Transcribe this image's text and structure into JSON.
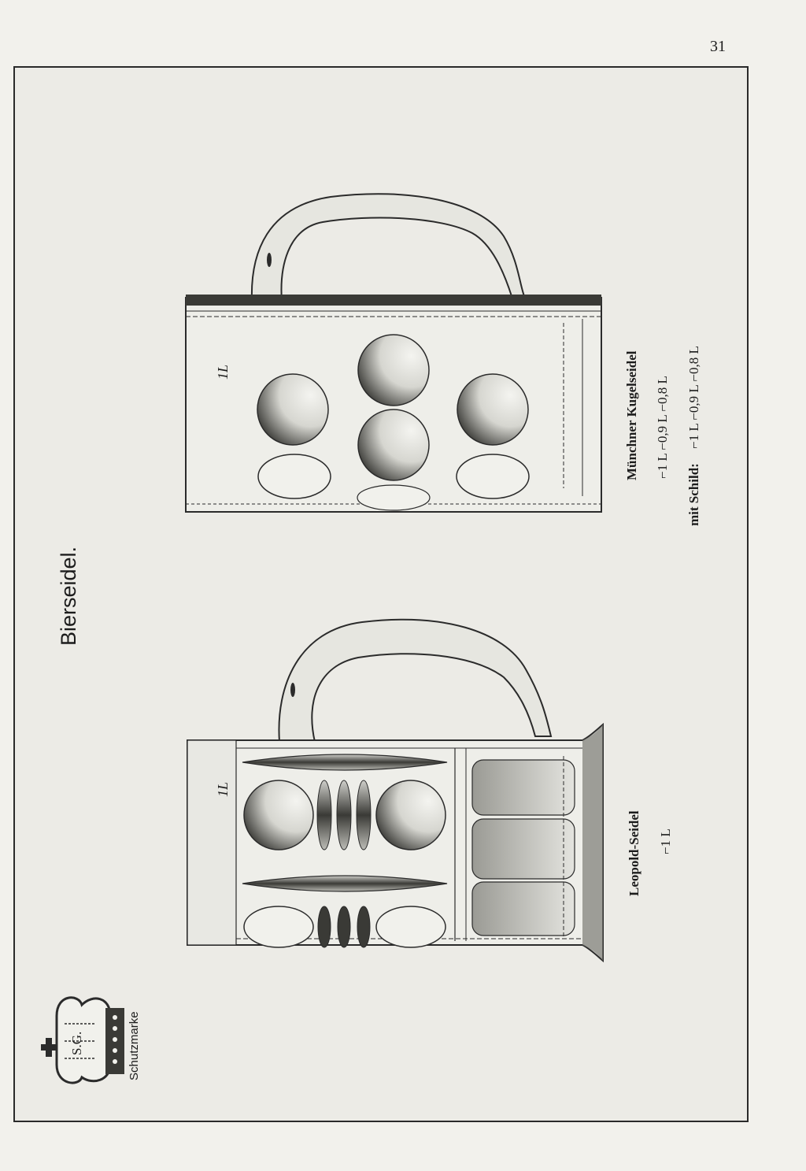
{
  "page": {
    "number": "31",
    "title": "Bierseidel."
  },
  "products": [
    {
      "name": "Leopold-Seidel",
      "sizes": "⌐1 L",
      "mark": "1L"
    },
    {
      "name": "Münchner Kugelseidel",
      "sizes": "⌐1 L  ⌐0,9 L  ⌐0,8 L",
      "shield_label": "mit Schild:",
      "shield_sizes": "⌐1 L  ⌐0,9 L  ⌐0,8 L",
      "mark": "1L"
    }
  ],
  "trademark": {
    "label": "Schutzmarke",
    "monogram": "S.G."
  }
}
